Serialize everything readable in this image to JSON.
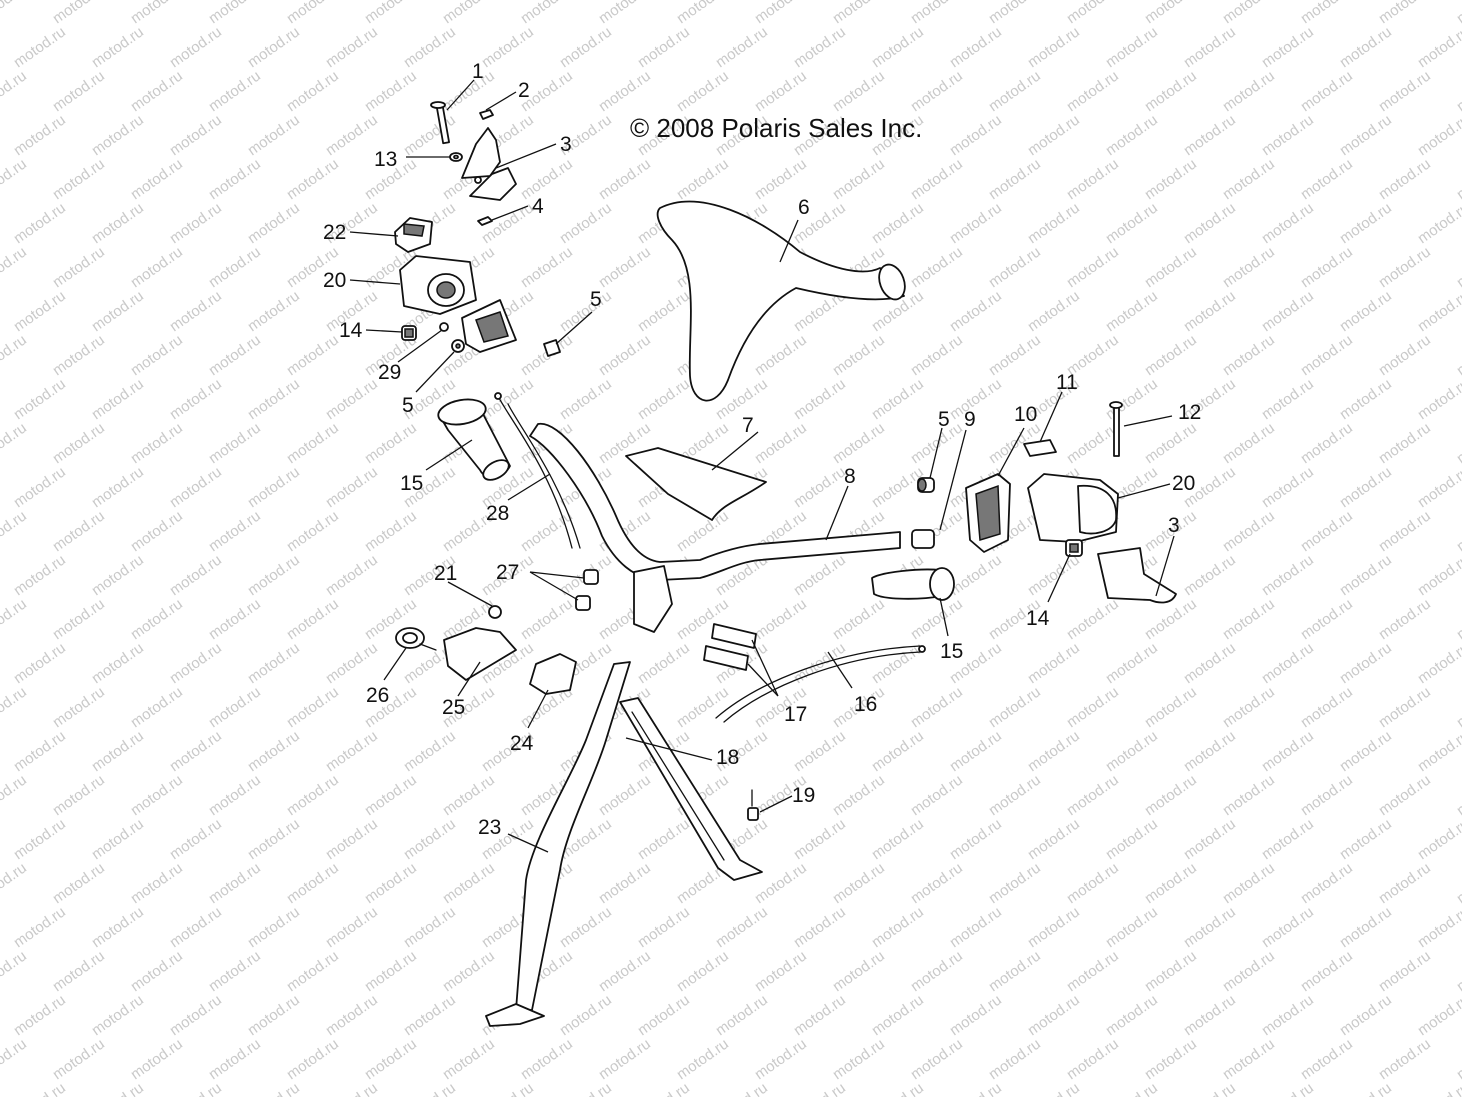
{
  "diagram": {
    "copyright": "© 2008 Polaris Sales Inc.",
    "watermark": "motod.ru",
    "callouts": {
      "c1": "1",
      "c2": "2",
      "c3a": "3",
      "c4": "4",
      "c5a": "5",
      "c5b": "5",
      "c5c": "5",
      "c6": "6",
      "c7": "7",
      "c8": "8",
      "c9": "9",
      "c10": "10",
      "c11": "11",
      "c12": "12",
      "c13": "13",
      "c14a": "14",
      "c14b": "14",
      "c15a": "15",
      "c15b": "15",
      "c16": "16",
      "c17": "17",
      "c18": "18",
      "c19": "19",
      "c20a": "20",
      "c20b": "20",
      "c21": "21",
      "c22": "22",
      "c23": "23",
      "c24": "24",
      "c25": "25",
      "c26": "26",
      "c27": "27",
      "c28": "28",
      "c29": "29",
      "c3b": "3"
    }
  }
}
